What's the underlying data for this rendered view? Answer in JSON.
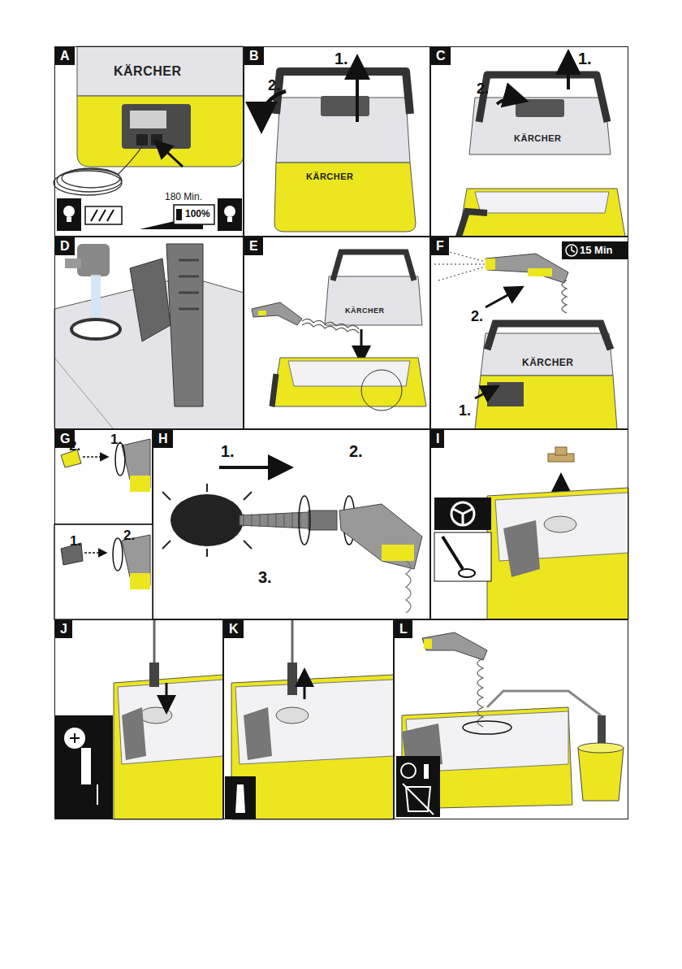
{
  "diagram": {
    "nodes": [
      {
        "text": [
          "A"
        ]
      },
      {
        "text": [
          "B"
        ]
      },
      {
        "text": [
          "C"
        ]
      },
      {
        "text": [
          "D"
        ]
      },
      {
        "text": [
          "E"
        ]
      },
      {
        "text": [
          "F"
        ]
      },
      {
        "text": [
          "G"
        ]
      },
      {
        "text": [
          "H"
        ]
      },
      {
        "text": [
          "I"
        ]
      },
      {
        "text": [
          "J"
        ]
      },
      {
        "text": [
          "K"
        ]
      },
      {
        "text": [
          "L"
        ]
      }
    ],
    "labels": [
      "KÄRCHER",
      "180 Min.",
      "100%",
      "1.",
      "2.",
      "KÄRCHER",
      "1.",
      "2.",
      "KÄRCHER",
      "KÄRCHER",
      "15 Min",
      "2.",
      "KÄRCHER",
      "1.",
      "1.",
      "2.",
      "2.",
      "1.",
      "1.",
      "2.",
      "3."
    ]
  }
}
